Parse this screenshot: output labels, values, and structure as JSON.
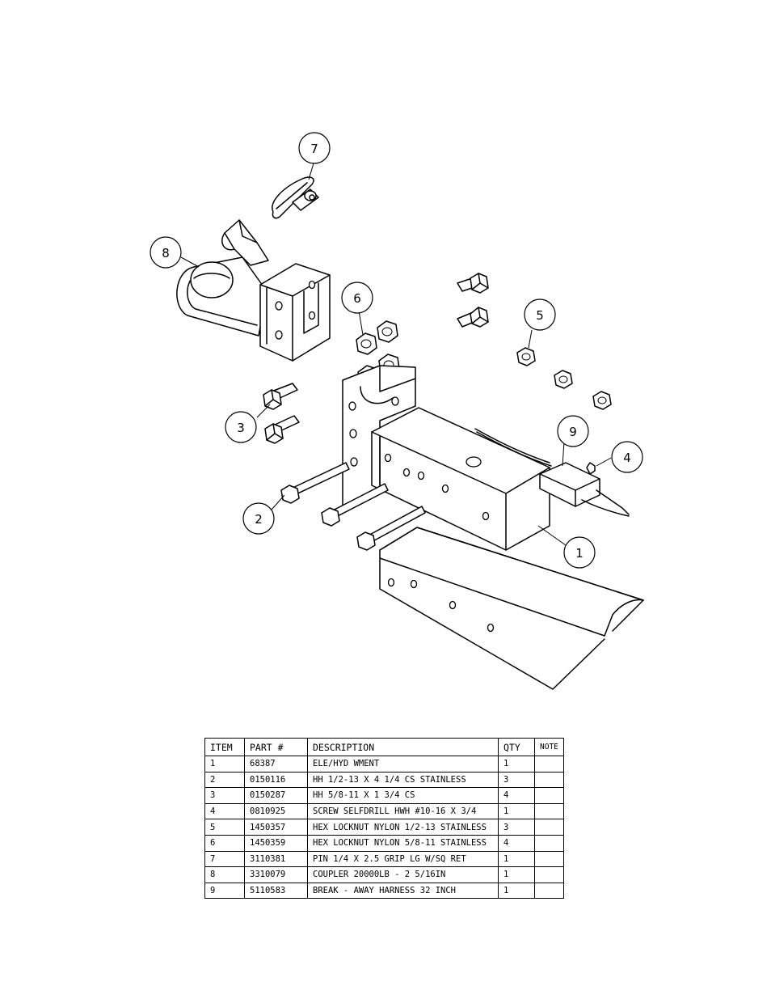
{
  "balloons": [
    "1",
    "2",
    "3",
    "4",
    "5",
    "6",
    "7",
    "8",
    "9"
  ],
  "bom": {
    "headers": {
      "item": "ITEM",
      "part": "PART #",
      "description": "DESCRIPTION",
      "qty": "QTY",
      "note": "NOTE"
    },
    "rows": [
      {
        "item": "1",
        "part": "68387",
        "description": "ELE/HYD WMENT",
        "qty": "1",
        "note": ""
      },
      {
        "item": "2",
        "part": "0150116",
        "description": "HH 1/2-13 X 4 1/4 CS STAINLESS",
        "qty": "3",
        "note": ""
      },
      {
        "item": "3",
        "part": "0150287",
        "description": "HH 5/8-11 X 1 3/4 CS",
        "qty": "4",
        "note": ""
      },
      {
        "item": "4",
        "part": "0810925",
        "description": "SCREW SELFDRILL HWH #10-16 X 3/4",
        "qty": "1",
        "note": ""
      },
      {
        "item": "5",
        "part": "1450357",
        "description": "HEX LOCKNUT NYLON 1/2-13 STAINLESS",
        "qty": "3",
        "note": ""
      },
      {
        "item": "6",
        "part": "1450359",
        "description": "HEX LOCKNUT NYLON 5/8-11 STAINLESS",
        "qty": "4",
        "note": ""
      },
      {
        "item": "7",
        "part": "3110381",
        "description": "PIN 1/4 X 2.5 GRIP LG W/SQ RET",
        "qty": "1",
        "note": ""
      },
      {
        "item": "8",
        "part": "3310079",
        "description": "COUPLER 20000LB - 2 5/16IN",
        "qty": "1",
        "note": ""
      },
      {
        "item": "9",
        "part": "5110583",
        "description": "BREAK - AWAY HARNESS 32 INCH",
        "qty": "1",
        "note": ""
      }
    ]
  }
}
